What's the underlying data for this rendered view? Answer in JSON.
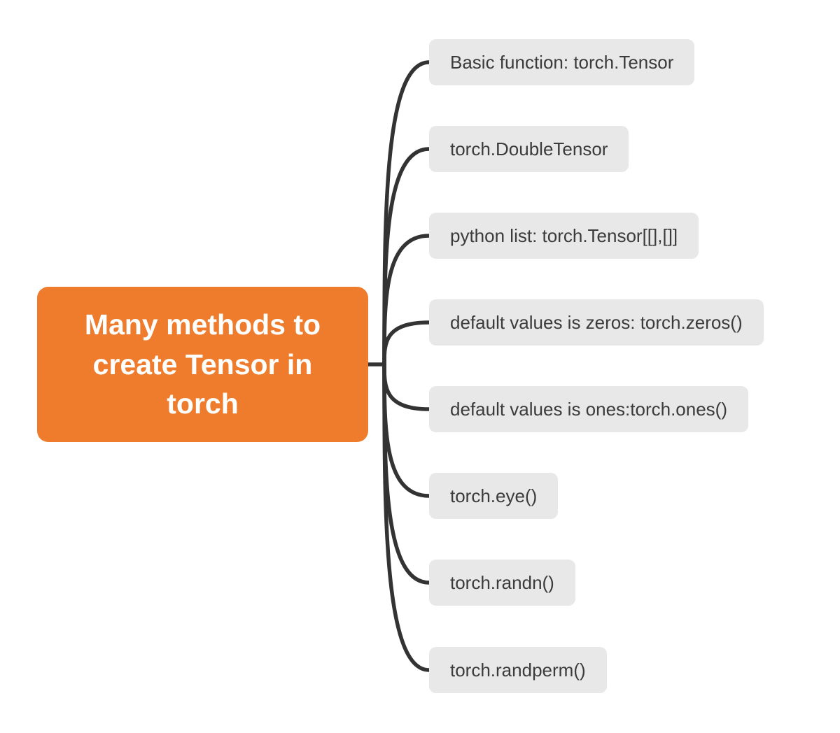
{
  "root": {
    "label": "Many methods to create Tensor in torch"
  },
  "children": [
    {
      "label": "Basic function: torch.Tensor"
    },
    {
      "label": "torch.DoubleTensor"
    },
    {
      "label": "python list: torch.Tensor[[],[]]"
    },
    {
      "label": "default values is zeros: torch.zeros()"
    },
    {
      "label": "default values is ones:torch.ones()"
    },
    {
      "label": "torch.eye()"
    },
    {
      "label": "torch.randn()"
    },
    {
      "label": "torch.randperm()"
    }
  ],
  "colors": {
    "accent": "#EE7C2C",
    "node_bg": "#E8E8E8",
    "node_text": "#3B3B3B",
    "root_text": "#FFFFFF",
    "line": "#333333",
    "canvas_bg": "#FFFFFF"
  }
}
